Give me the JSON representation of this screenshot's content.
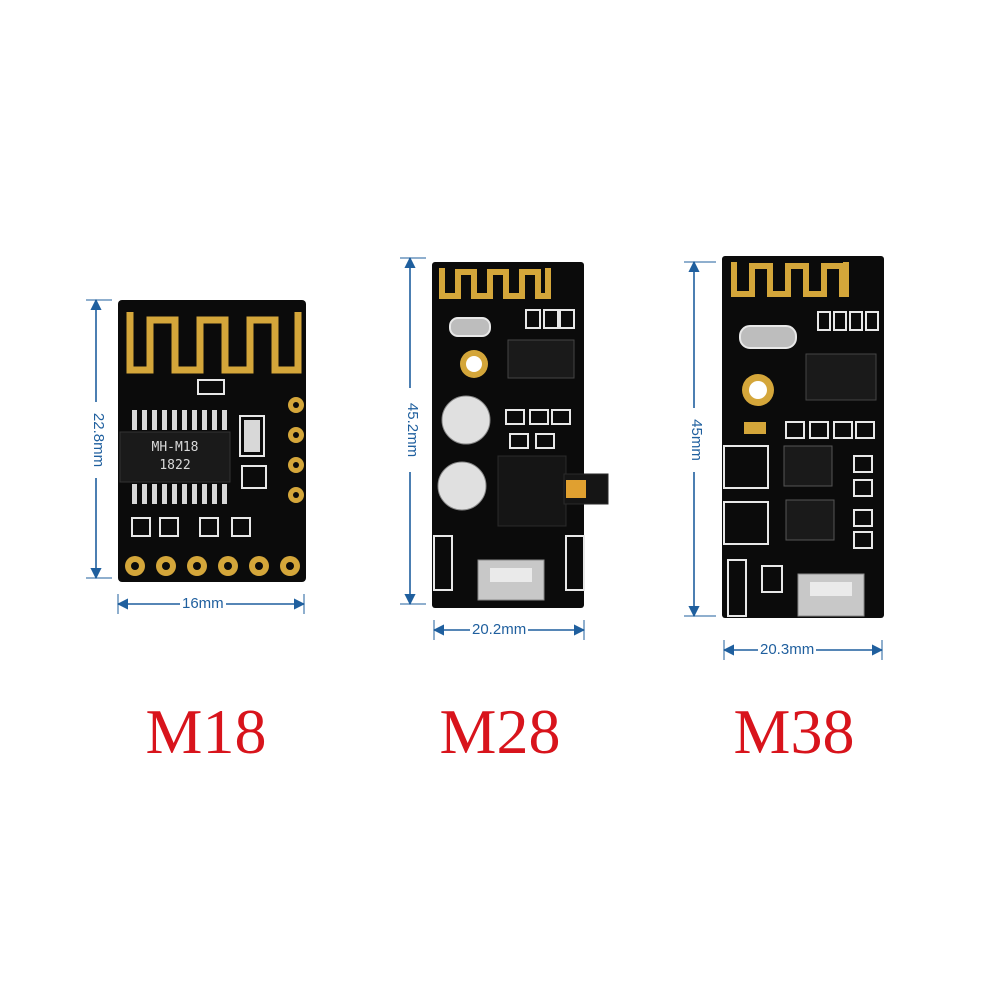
{
  "boards": [
    {
      "id": "m18",
      "model": "M18",
      "height_label": "22.8mm",
      "width_label": "16mm",
      "chip_line1": "MH-M18",
      "chip_line2": "1822"
    },
    {
      "id": "m28",
      "model": "M28",
      "height_label": "45.2mm",
      "width_label": "20.2mm"
    },
    {
      "id": "m38",
      "model": "M38",
      "height_label": "45mm",
      "width_label": "20.3mm"
    }
  ],
  "colors": {
    "pcb": "#0b0b0b",
    "gold": "#d4a63a",
    "silk": "#e8e8e8",
    "dimension": "#1f5f9e",
    "model_text": "#d8141c"
  }
}
